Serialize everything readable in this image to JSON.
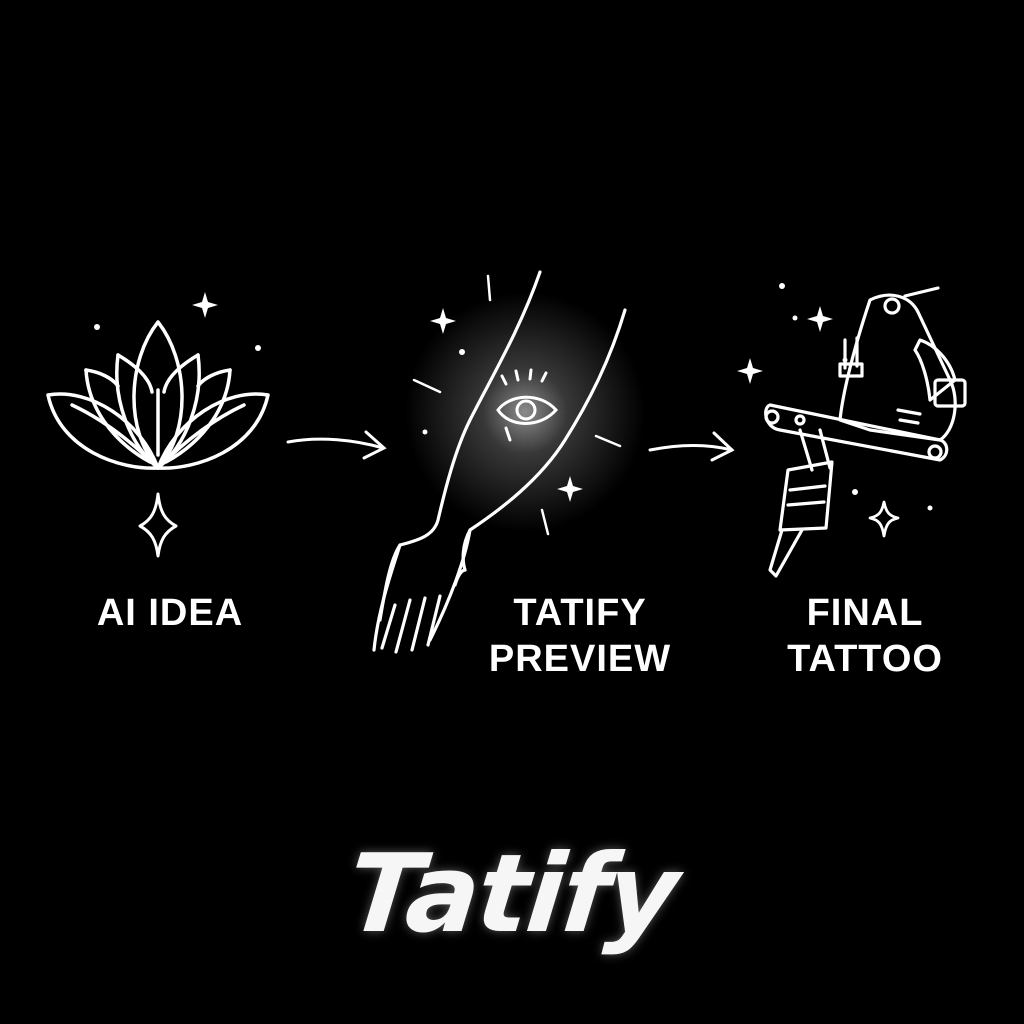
{
  "steps": [
    {
      "label_line1": "AI IDEA",
      "label_line2": "",
      "icon": "lotus-icon"
    },
    {
      "label_line1": "TATIFY",
      "label_line2": "PREVIEW",
      "icon": "arm-eye-tattoo-icon"
    },
    {
      "label_line1": "FINAL",
      "label_line2": "TATTOO",
      "icon": "tattoo-machine-icon"
    }
  ],
  "brand": "Tatify",
  "colors": {
    "background": "#000000",
    "line": "#ffffff"
  }
}
